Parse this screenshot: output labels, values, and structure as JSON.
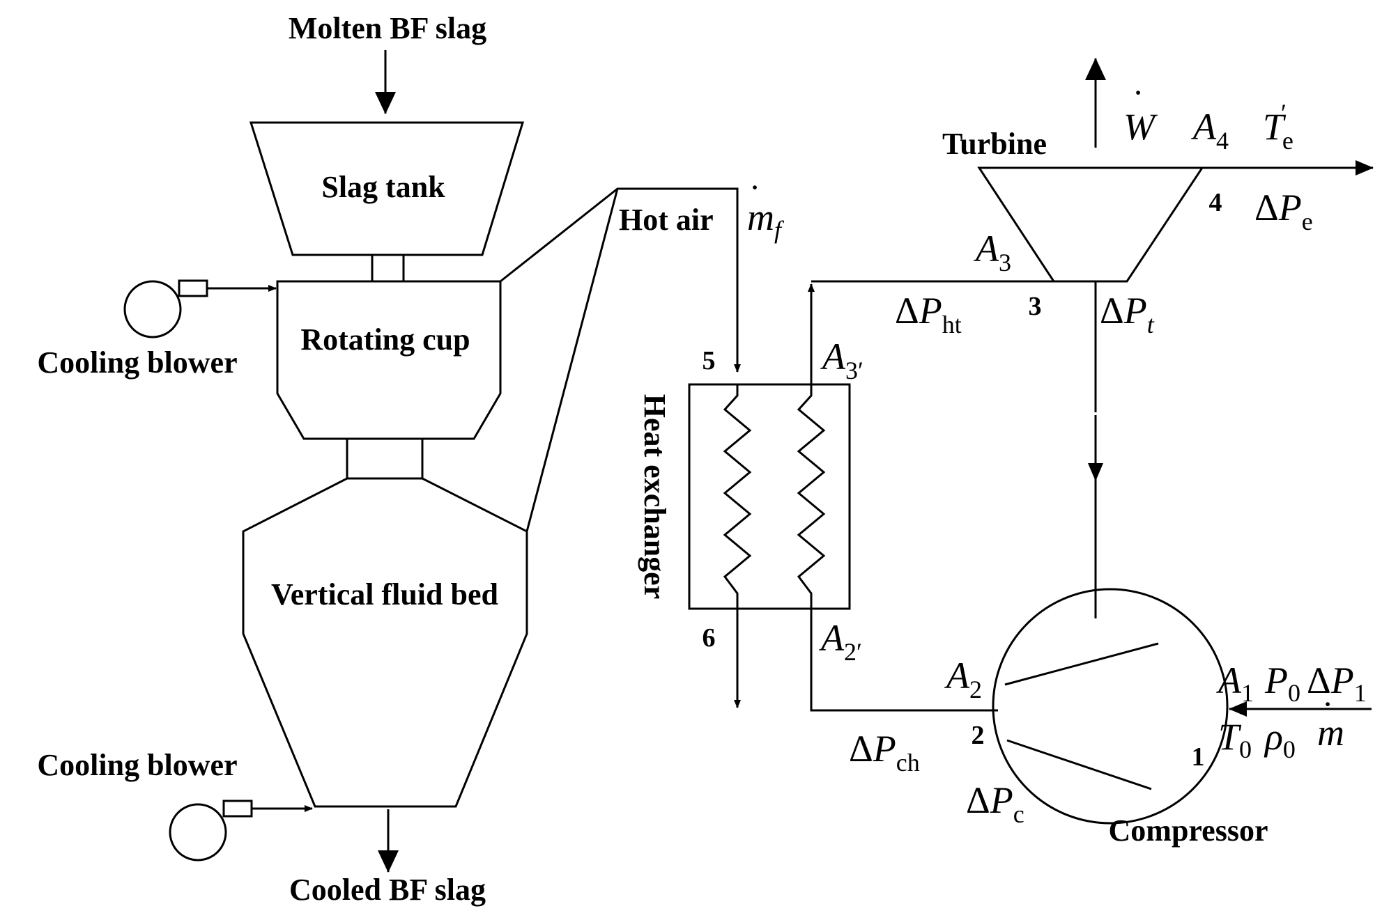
{
  "labels": {
    "molten_slag": "Molten BF slag",
    "slag_tank": "Slag tank",
    "rotating_cup": "Rotating cup",
    "cooling_blower_top": "Cooling blower",
    "cooling_blower_bottom": "Cooling blower",
    "fluid_bed": "Vertical fluid bed",
    "cooled_slag": "Cooled BF slag",
    "hot_air": "Hot air",
    "heat_exchanger": "Heat exchanger",
    "turbine": "Turbine",
    "compressor": "Compressor"
  },
  "node_numbers": {
    "n1": "1",
    "n2": "2",
    "n3": "3",
    "n4": "4",
    "n5": "5",
    "n6": "6"
  },
  "symbols": {
    "m_f": {
      "base": "m",
      "dot": "˙",
      "sub": "f"
    },
    "W": {
      "base": "W",
      "dot": "˙"
    },
    "A4": {
      "base": "A",
      "sub": "4"
    },
    "Te": {
      "base": "T",
      "prime": "′",
      "sub": "e"
    },
    "dPe": {
      "delta": "Δ",
      "base": "P",
      "sub": "e"
    },
    "A3": {
      "base": "A",
      "sub": "3"
    },
    "A3p": {
      "base": "A",
      "sub": "3′"
    },
    "dPht": {
      "delta": "Δ",
      "base": "P",
      "sub": "ht"
    },
    "dPt": {
      "delta": "Δ",
      "base": "P",
      "sub": "t"
    },
    "A2p": {
      "base": "A",
      "sub": "2′"
    },
    "A2": {
      "base": "A",
      "sub": "2"
    },
    "dPch": {
      "delta": "Δ",
      "base": "P",
      "sub": "ch"
    },
    "dPc": {
      "delta": "Δ",
      "base": "P",
      "sub": "c"
    },
    "A1": {
      "base": "A",
      "sub": "1"
    },
    "P0": {
      "base": "P",
      "sub": "0"
    },
    "dP1": {
      "delta": "Δ",
      "base": "P",
      "sub": "1"
    },
    "T0": {
      "base": "T",
      "sub": "0"
    },
    "rho0": {
      "base": "ρ",
      "sub": "0"
    },
    "m_dot": {
      "base": "m",
      "dot": "˙"
    }
  }
}
